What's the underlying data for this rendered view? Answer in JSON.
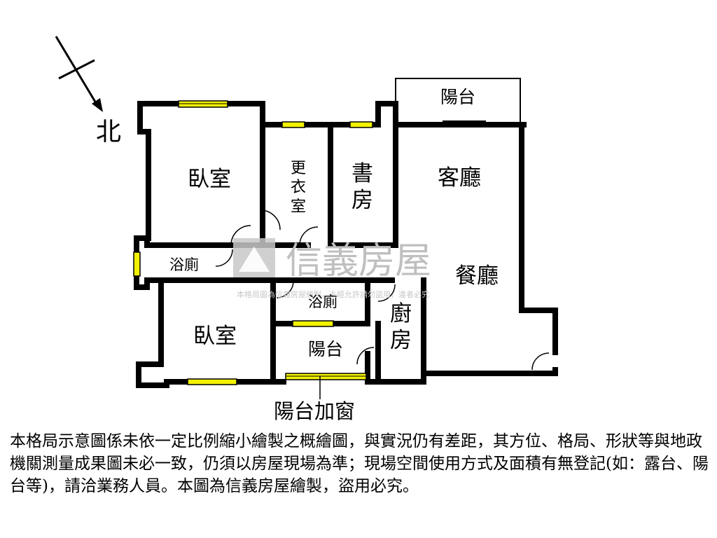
{
  "compass": {
    "label": "北"
  },
  "rooms": {
    "bedroom_main": "臥室",
    "walk_in_closet": [
      "更",
      "衣",
      "室"
    ],
    "study": [
      "書",
      "房"
    ],
    "living_room": "客廳",
    "balcony_top": "陽台",
    "bathroom_left": "浴廁",
    "dining_room": "餐廳",
    "bathroom_center": "浴廁",
    "kitchen": [
      "廚",
      "房"
    ],
    "bedroom_second": "臥室",
    "balcony_bottom": "陽台"
  },
  "callouts": {
    "balcony_window": "陽台加窗"
  },
  "watermark": {
    "logo_text": "信義房屋",
    "subtext": "本格局圖為信義房屋繪製，未經允許請勿盜用，違者必究"
  },
  "disclaimer": "本格局示意圖係未依一定比例縮小繪製之概繪圖，與實況仍有差距，其方位、格局、形狀等與地政機關測量成果圖未必一致，仍須以房屋現場為準；現場空間使用方式及面積有無登記(如：露台、陽台等)，請洽業務人員。本圖為信義房屋繪製，盜用必究。",
  "colors": {
    "wall": "#000000",
    "window": "#f2f200",
    "watermark": "#bfbfbf"
  }
}
